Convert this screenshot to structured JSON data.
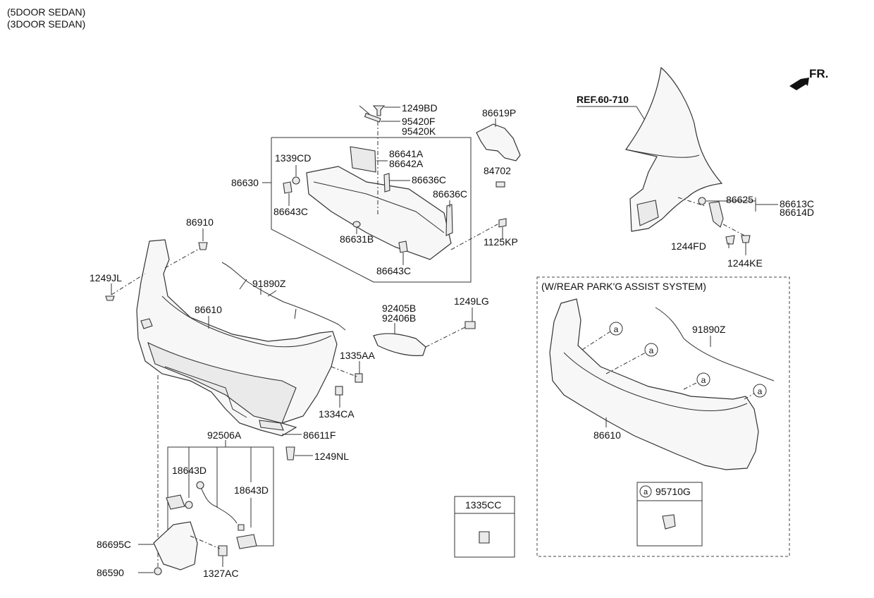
{
  "header": {
    "line1": "(5DOOR SEDAN)",
    "line2": "(3DOOR SEDAN)"
  },
  "direction_label": "FR.",
  "ref_label": "REF.60-710",
  "inset_title": "(W/REAR PARK'G ASSIST SYSTEM)",
  "circle_letter": "a",
  "parts": {
    "p1249BD": "1249BD",
    "p95420F": "95420F",
    "p95420K": "95420K",
    "p86619P": "86619P",
    "p1339CD": "1339CD",
    "p86641A": "86641A",
    "p86642A": "86642A",
    "p86630": "86630",
    "p86636C_a": "86636C",
    "p86636C_b": "86636C",
    "p84702": "84702",
    "p86643C_a": "86643C",
    "p86643C_b": "86643C",
    "p86631B": "86631B",
    "p86910": "86910",
    "p1125KP": "1125KP",
    "p1249JL": "1249JL",
    "p91890Z": "91890Z",
    "p86610": "86610",
    "p92405B": "92405B",
    "p92406B": "92406B",
    "p1249LG": "1249LG",
    "p1335AA": "1335AA",
    "p1334CA": "1334CA",
    "p86611F": "86611F",
    "p92506A": "92506A",
    "p1249NL": "1249NL",
    "p18643D_a": "18643D",
    "p18643D_b": "18643D",
    "p86695C": "86695C",
    "p86590": "86590",
    "p1327AC": "1327AC",
    "p1335CC": "1335CC",
    "p86625": "86625",
    "p86613C": "86613C",
    "p86614D": "86614D",
    "p1244FD": "1244FD",
    "p1244KE": "1244KE",
    "inset_91890Z": "91890Z",
    "inset_86610": "86610",
    "p95710G": "95710G"
  }
}
